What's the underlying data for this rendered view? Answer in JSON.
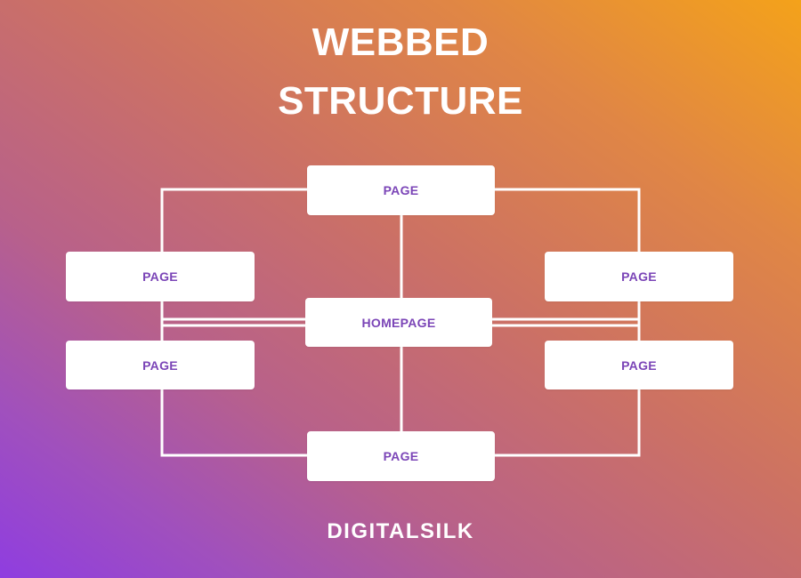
{
  "title": {
    "line1": "WEBBED",
    "line2": "STRUCTURE"
  },
  "nodes": {
    "top": "PAGE",
    "left_upper": "PAGE",
    "right_upper": "PAGE",
    "center": "HOMEPAGE",
    "left_lower": "PAGE",
    "right_lower": "PAGE",
    "bottom": "PAGE"
  },
  "logo": "DIGITALSILK",
  "colors": {
    "node_text": "#7b45b7",
    "lines": "#ffffff",
    "gradient_top_right": "#f4a21a",
    "gradient_bottom_left": "#8f3de0"
  }
}
